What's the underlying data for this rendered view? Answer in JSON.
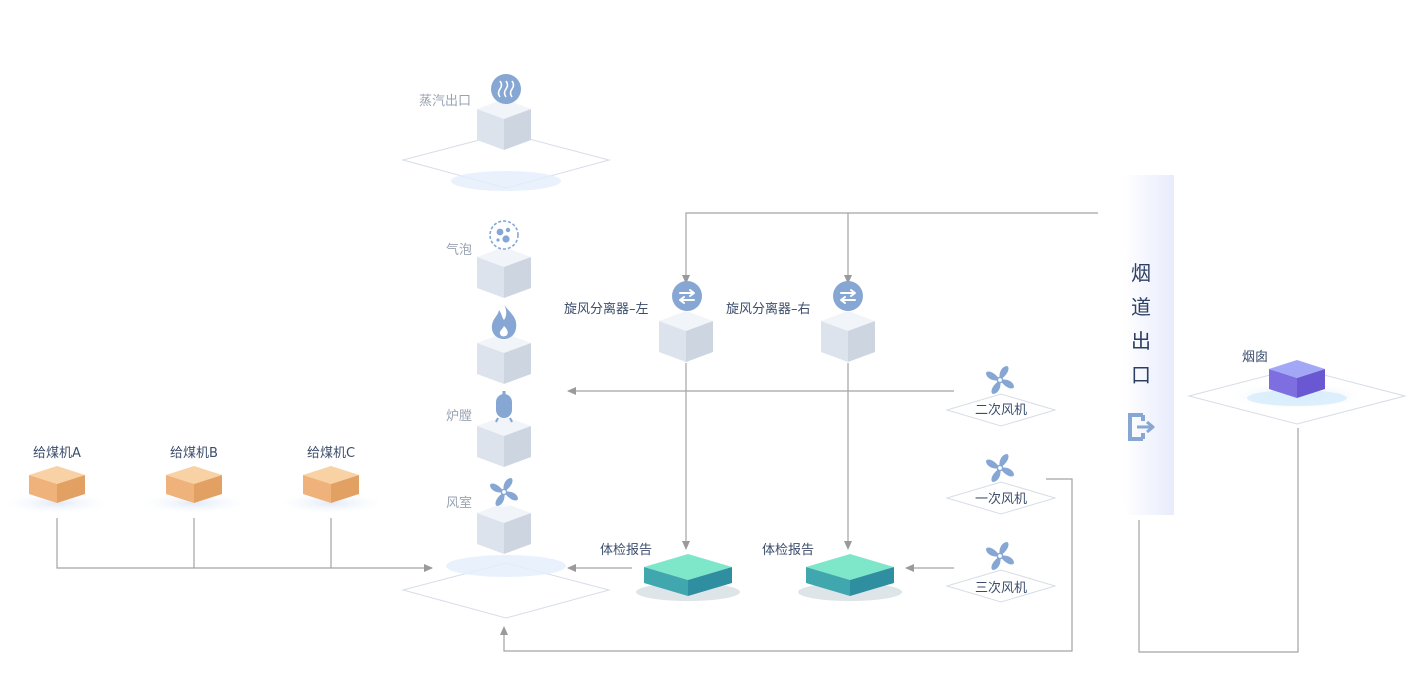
{
  "steam_outlet": {
    "label": "蒸汽出口",
    "icon": "steam-icon"
  },
  "bubble": {
    "label": "气泡",
    "icon": "bubbles-icon"
  },
  "flame_icon": "flame-icon",
  "furnace": {
    "label": "炉膛",
    "icon": "tank-icon"
  },
  "wind_chamber": {
    "label": "风室",
    "icon": "fan-icon"
  },
  "feeders": [
    {
      "label": "给煤机A"
    },
    {
      "label": "给煤机B"
    },
    {
      "label": "给煤机C"
    }
  ],
  "cyclone_left": {
    "label": "旋风分离器–左",
    "icon": "swap-arrows-icon"
  },
  "cyclone_right": {
    "label": "旋风分离器–右",
    "icon": "swap-arrows-icon"
  },
  "reports": [
    {
      "label": "体检报告"
    },
    {
      "label": "体检报告"
    }
  ],
  "fans": [
    {
      "label": "二次风机",
      "icon": "fan-icon"
    },
    {
      "label": "一次风机",
      "icon": "fan-icon"
    },
    {
      "label": "三次风机",
      "icon": "fan-icon"
    }
  ],
  "flue_outlet": {
    "title_chars": [
      "烟",
      "道",
      "出",
      "口"
    ],
    "icon": "exit-icon"
  },
  "chimney": {
    "label": "烟囱"
  },
  "colors": {
    "line": "#a3a3a3",
    "icon_blue": "#86a6d3",
    "cube_face": "#e4e9f0",
    "feeder_orange": "#f1b67e",
    "report_teal": "#4fc3bf",
    "chimney_purple": "#7f78e6",
    "text": "#3b4d6b",
    "text_gray": "#9aa3b2"
  }
}
